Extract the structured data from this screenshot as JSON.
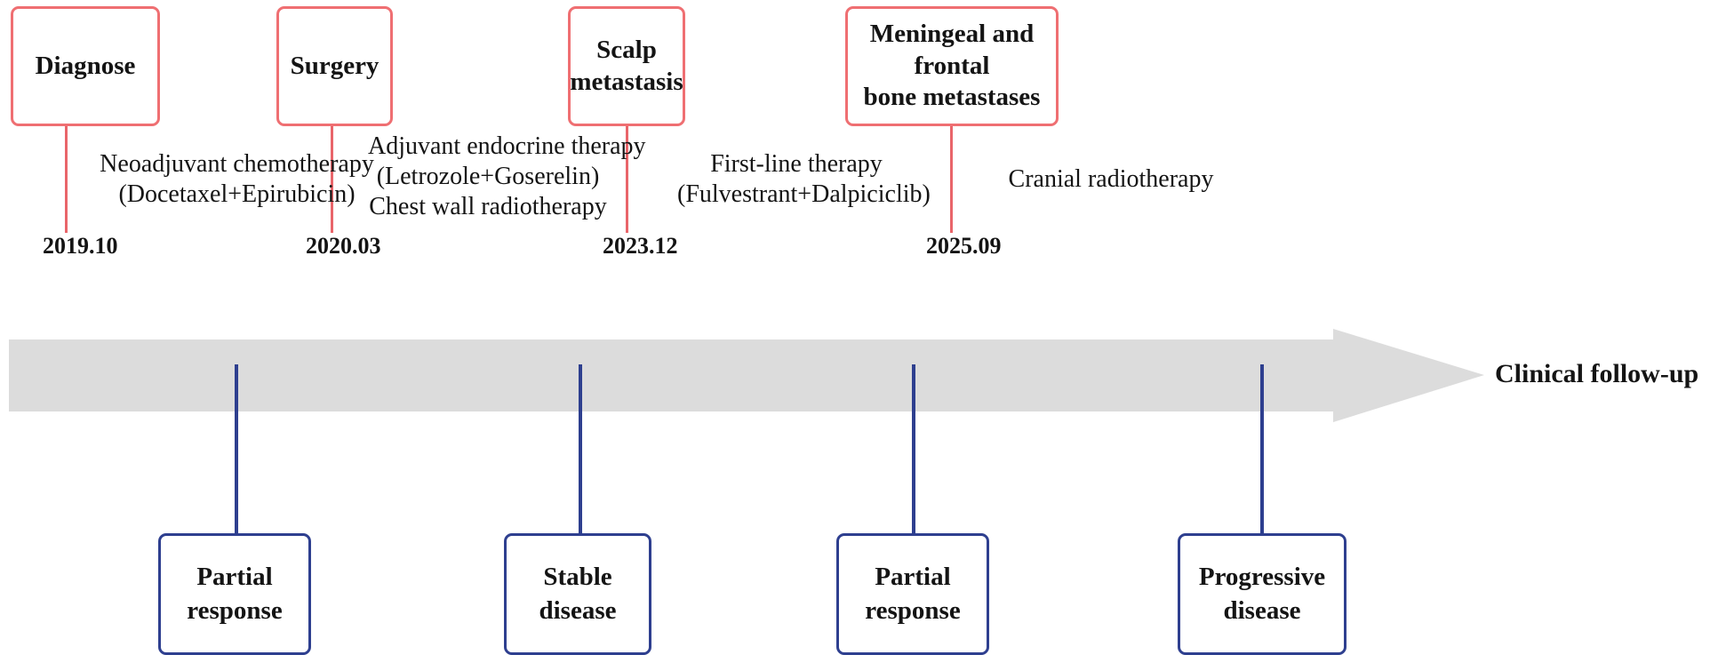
{
  "figure": {
    "type": "clinical-timeline",
    "axis_caption": "Clinical follow-up",
    "arrow_color": "#dcdcdc",
    "event_box_color": "#ef6f72",
    "outcome_box_color": "#2e3f8f"
  },
  "timepoints": [
    {
      "date": "2019.10",
      "event_line1": "Diagnose",
      "event_line2": "",
      "therapy_line1": "Neoadjuvant chemotherapy",
      "therapy_line2": "(Docetaxel+Epirubicin)",
      "therapy_line3": "",
      "outcome_line1": "Partial",
      "outcome_line2": "response"
    },
    {
      "date": "2020.03",
      "event_line1": "Surgery",
      "event_line2": "",
      "therapy_line1": "Adjuvant endocrine therapy",
      "therapy_line2": "(Letrozole+Goserelin)",
      "therapy_line3": "Chest wall radiotherapy",
      "outcome_line1": "Stable",
      "outcome_line2": "disease"
    },
    {
      "date": "2023.12",
      "event_line1": "Scalp",
      "event_line2": "metastasis",
      "therapy_line1": "First-line therapy",
      "therapy_line2": "(Fulvestrant+Dalpiciclib)",
      "therapy_line3": "",
      "outcome_line1": "Partial",
      "outcome_line2": "response"
    },
    {
      "date": "2025.09",
      "event_line1": "Meningeal and frontal",
      "event_line2": "bone metastases",
      "therapy_line1": "Cranial radiotherapy",
      "therapy_line2": "",
      "therapy_line3": "",
      "outcome_line1": "Progressive",
      "outcome_line2": "disease"
    }
  ]
}
